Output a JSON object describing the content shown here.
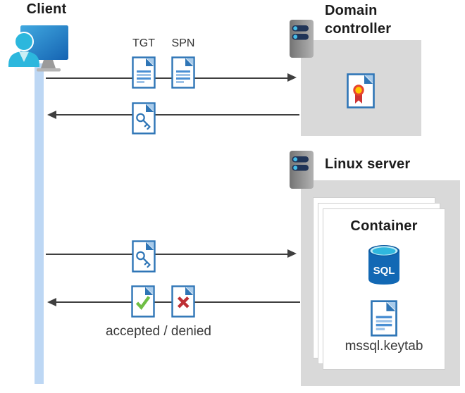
{
  "client": {
    "label": "Client"
  },
  "domain_controller": {
    "label": "Domain\ncontroller"
  },
  "linux_server": {
    "label": "Linux server"
  },
  "container": {
    "title": "Container",
    "sql_text": "SQL",
    "keytab_file": "mssql.keytab"
  },
  "flow": {
    "tgt_label": "TGT",
    "spn_label": "SPN",
    "result_label": "accepted / denied"
  },
  "colors": {
    "document_blue": "#2E75B6",
    "document_light_blue": "#9EC3E8",
    "accepted_green": "#6FBE45",
    "denied_red": "#BE2F34",
    "box_gray": "#D9D9D9",
    "lifeline_blue": "#BDD7F4",
    "arrow_gray": "#3F3F3F",
    "sql_blue": "#1268B4",
    "sql_cyan": "#2FB7DE",
    "certificate_gold": "#FFC800"
  }
}
